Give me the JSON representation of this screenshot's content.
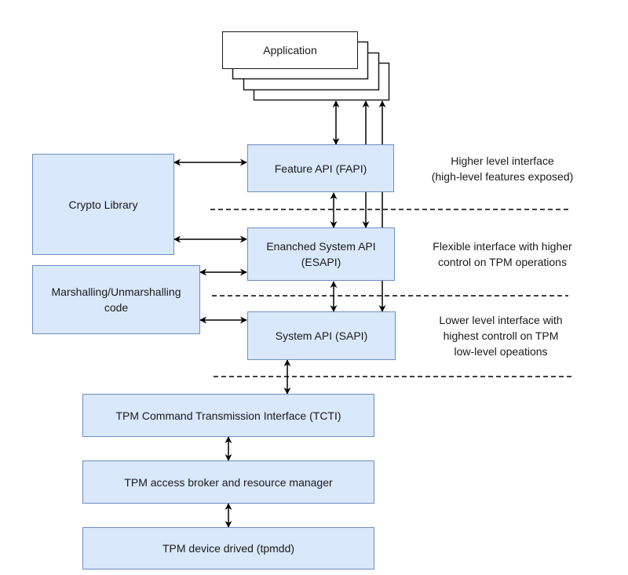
{
  "diagram": {
    "application": {
      "label": "Application"
    },
    "fapi": {
      "label": "Feature API (FAPI)"
    },
    "esapi": {
      "label": "Enanched System API\n(ESAPI)"
    },
    "sapi": {
      "label": "System API (SAPI)"
    },
    "crypto": {
      "label": "Crypto Library"
    },
    "marshalling": {
      "label": "Marshalling/Unmarshalling\ncode"
    },
    "tcti": {
      "label": "TPM Command Transmission Interface (TCTI)"
    },
    "broker": {
      "label": "TPM access broker and resource manager"
    },
    "tpmdd": {
      "label": "TPM device drived (tpmdd)"
    },
    "notes": {
      "fapi": "Higher level interface\n(high-level features exposed)",
      "esapi": "Flexible interface with higher\ncontrol on TPM operations",
      "sapi": "Lower level interface with\nhighest controll on TPM\nlow-level opeations"
    },
    "colors": {
      "box_fill": "#dae8fc",
      "box_stroke": "#6c8ebf",
      "line": "#000000"
    }
  }
}
